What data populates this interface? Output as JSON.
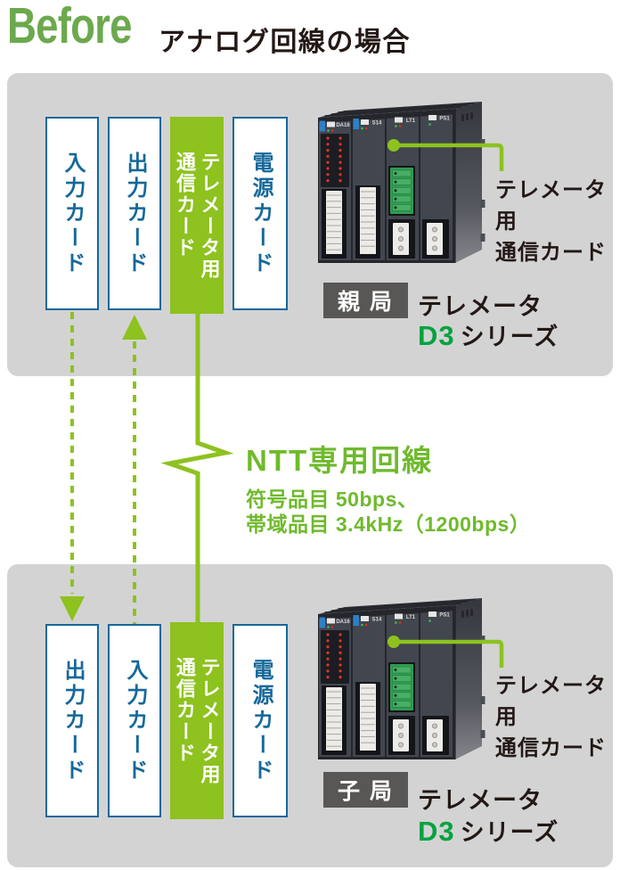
{
  "header": {
    "logo": "Before",
    "title": "アナログ回線の場合"
  },
  "stations": [
    {
      "badge": "親 局",
      "product": "テレメータ",
      "series": "D3",
      "series_suffix": "シリーズ",
      "callout": "テレメータ用\n通信カード",
      "cards": [
        {
          "label": "入力カード"
        },
        {
          "label": "出力カード"
        },
        {
          "label": "テレメータ用\n通信カード"
        },
        {
          "label": "電源カード"
        }
      ]
    },
    {
      "badge": "子 局",
      "product": "テレメータ",
      "series": "D3",
      "series_suffix": "シリーズ",
      "callout": "テレメータ用\n通信カード",
      "cards": [
        {
          "label": "出力カード"
        },
        {
          "label": "入力カード"
        },
        {
          "label": "テレメータ用\n通信カード"
        },
        {
          "label": "電源カード"
        }
      ]
    }
  ],
  "line_info": {
    "title": "NTT専用回線",
    "spec_line1": "符号品目 50bps、",
    "spec_line2": "帯域品目 3.4kHz（1200bps）"
  },
  "device": {
    "modules": [
      "DA16",
      "S14",
      "LT1",
      "PS1"
    ]
  },
  "colors": {
    "accent_green": "#8dc21f",
    "line_text_green": "#6fba2c",
    "logo_green": "#6ca94d",
    "card_blue": "#16689a",
    "d3_green": "#00a33e",
    "panel_gray": "#d3d3d4",
    "badge_gray": "#595755",
    "text_black": "#231815"
  }
}
